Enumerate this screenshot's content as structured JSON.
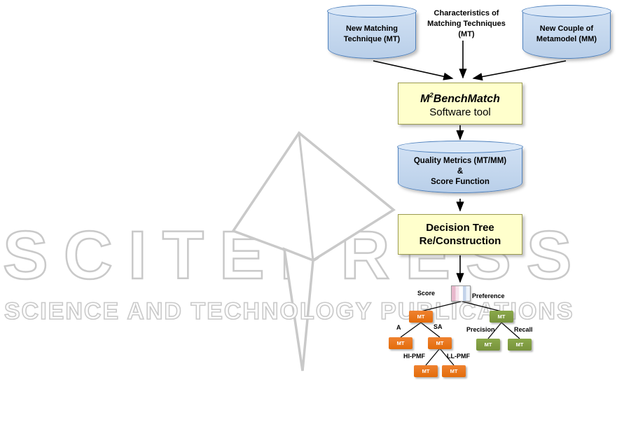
{
  "watermark": {
    "brand": "SCITEPRESS",
    "tagline": "SCIENCE AND TECHNOLOGY PUBLICATIONS"
  },
  "flow": {
    "new_mt": {
      "line1": "New Matching",
      "line2": "Technique (MT)"
    },
    "characteristics": {
      "line1": "Characteristics of",
      "line2": "Matching Techniques",
      "line3": "(MT)"
    },
    "new_mm": {
      "line1": "New Couple of",
      "line2": "Metamodel (MM)"
    },
    "tool": {
      "title_m": "M",
      "title_sup": "2",
      "title_rest": "BenchMatch",
      "subtitle": "Software tool"
    },
    "metrics": {
      "line1": "Quality Metrics (MT/MM)",
      "line2": "&",
      "line3": "Score Function"
    },
    "decision": {
      "line1": "Decision Tree",
      "line2": "Re/Construction"
    }
  },
  "tree": {
    "branch_score": "Score",
    "branch_preference": "Preference",
    "branch_a": "A",
    "branch_sa": "SA",
    "branch_hipmf": "HI-PMF",
    "branch_llpmf": "LL-PMF",
    "branch_precision": "Precision",
    "branch_recall": "Recall",
    "node_label": "MT"
  },
  "icons": {
    "tree_root": "matrix-thumbnail-icon"
  },
  "colors": {
    "cylinder_fill": "#c5d9f1",
    "cylinder_top": "#dbe8f7",
    "cylinder_border": "#4f81bd",
    "box_fill": "#ffffcc",
    "box_border": "#9b9b4f",
    "orange_node": "#e36c0a",
    "green_node": "#77933c",
    "watermark": "#c9c9c9",
    "arrow": "#000000"
  }
}
